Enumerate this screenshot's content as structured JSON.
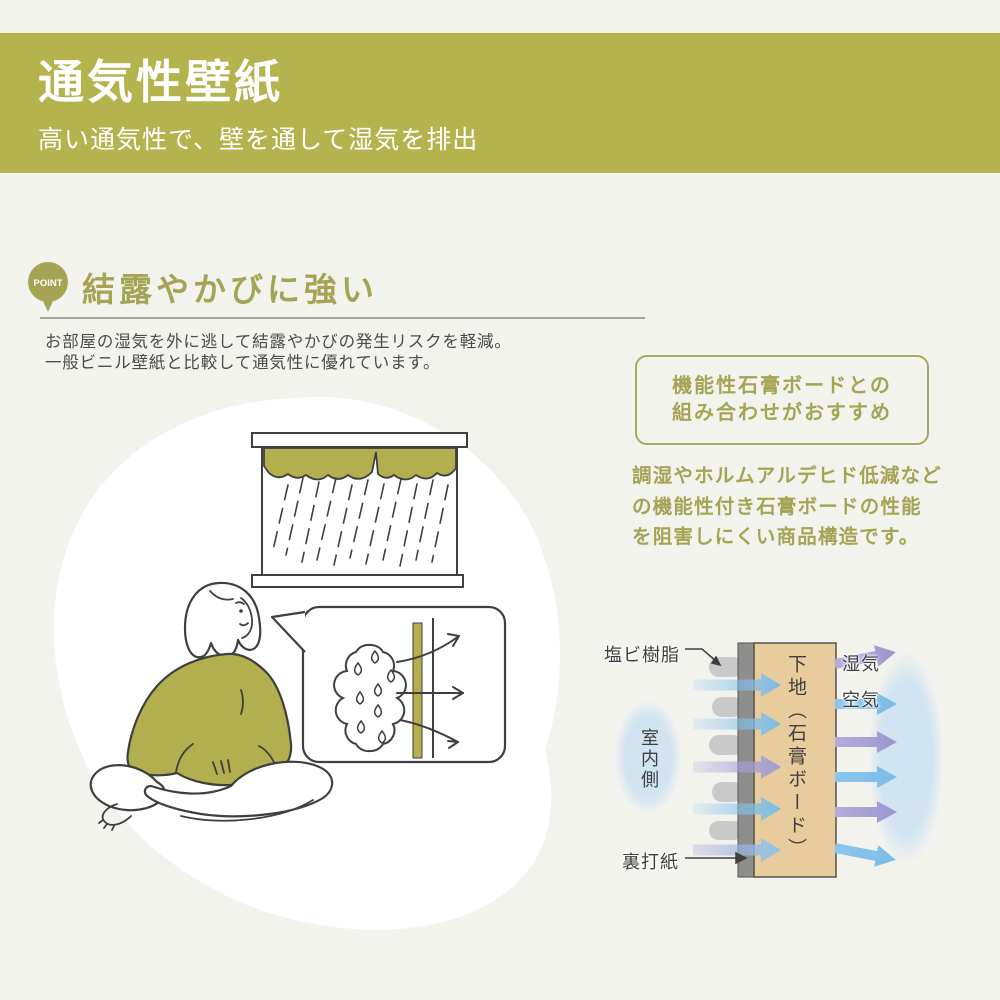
{
  "banner": {
    "title": "通気性壁紙",
    "subtitle": "高い通気性で、壁を通して湿気を排出",
    "bg_color": "#b5b34d"
  },
  "point": {
    "badge_label": "POINT",
    "heading": "結露やかびに強い",
    "body_line1": "お部屋の湿気を外に逃して結露やかびの発生リスクを軽減。",
    "body_line2": "一般ビニル壁紙と比較して通気性に優れています。"
  },
  "recommend": {
    "box_line1": "機能性石膏ボードとの",
    "box_line2": "組み合わせがおすすめ",
    "description": "調湿やホルムアルデヒド低減などの機能性付き石膏ボードの性能を阻害しにくい商品構造です。"
  },
  "diagram": {
    "label_vinyl_resin": "塩ビ樹脂",
    "label_backing_paper": "裏打紙",
    "label_moisture": "湿気",
    "label_air": "空気",
    "label_room_side": "室内側",
    "label_base_board": "下地（石膏ボード）"
  },
  "colors": {
    "banner_olive": "#b5b34d",
    "accent_olive_text": "#a5a454",
    "illustration_olive": "#b1af4e",
    "board_tan": "#e8cc9d",
    "backing_gray": "#8e8e8e",
    "resin_gray": "#c9c9c9",
    "arrow_blue": "#8cc6ec",
    "arrow_purple": "#a9a3d6",
    "soft_blue": "#cfe3f2",
    "ink": "#3f3f3f",
    "page_bg": "#f3f3ee"
  }
}
